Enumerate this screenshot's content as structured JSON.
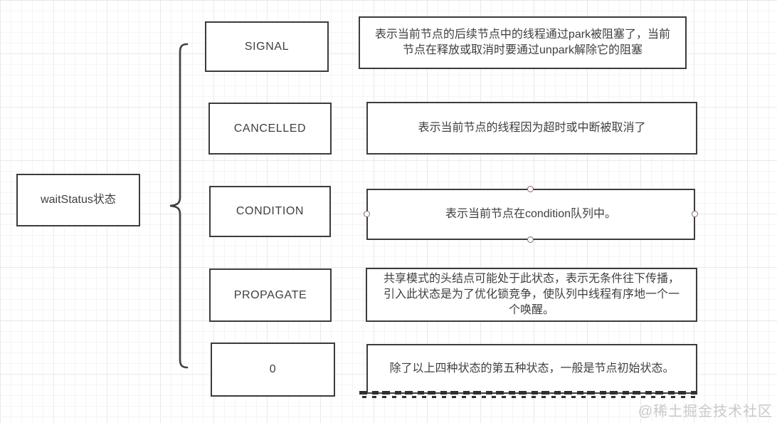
{
  "diagram": {
    "root": {
      "label": "waitStatus状态"
    },
    "states": [
      {
        "label": "SIGNAL",
        "description": "表示当前节点的后续节点中的线程通过park被阻塞了，当前\n节点在释放或取消时要通过unpark解除它的阻塞"
      },
      {
        "label": "CANCELLED",
        "description": "表示当前节点的线程因为超时或中断被取消了"
      },
      {
        "label": "CONDITION",
        "description": "表示当前节点在condition队列中。",
        "selected": true
      },
      {
        "label": "PROPAGATE",
        "description": "共享模式的头结点可能处于此状态，表示无条件往下传播，\n引入此状态是为了优化锁竞争，使队列中线程有序地一个一\n个唤醒。"
      },
      {
        "label": "0",
        "description": "除了以上四种状态的第五种状态，一般是节点初始状态。"
      }
    ],
    "watermark": "@稀土掘金技术社区",
    "colors": {
      "shape_border": "#3c3c3c",
      "shape_text": "#3f3f3f",
      "brace_stroke": "#3f3f3f",
      "handle_border": "#8a6565",
      "grid_minor": "#f5f5f5",
      "grid_major": "#e9e9e9",
      "watermark": "#c9c9c9",
      "background": "#ffffff"
    }
  }
}
